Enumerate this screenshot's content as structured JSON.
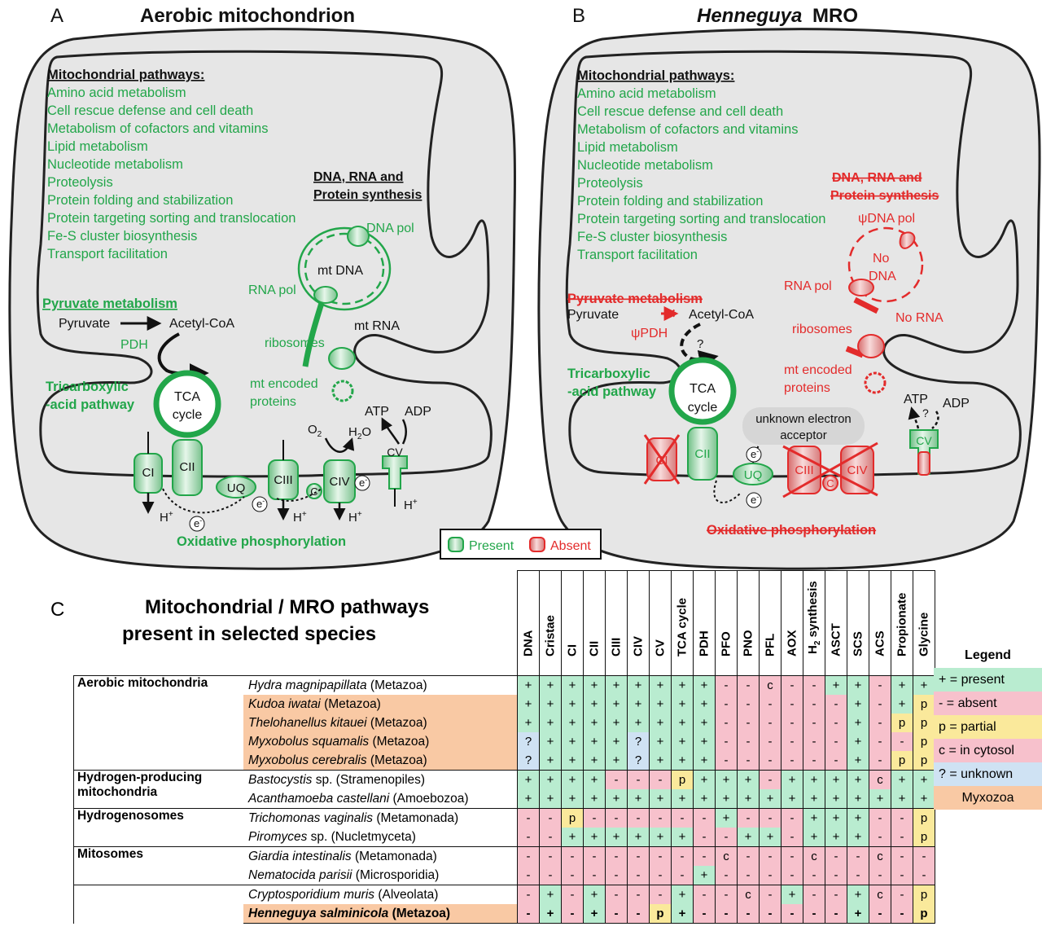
{
  "panelA": {
    "letter": "A",
    "title": "Aerobic mitochondrion",
    "pathways_heading": "Mitochondrial pathways:",
    "pathways": [
      "Amino acid metabolism",
      "Cell rescue defense and cell death",
      "Metabolism of cofactors and vitamins",
      "Lipid metabolism",
      "Nucleotide metabolism",
      "Proteolysis",
      "Protein folding and stabilization",
      "Protein targeting sorting and translocation",
      "Fe-S cluster biosynthesis",
      "Transport facilitation"
    ],
    "dna_heading_1": "DNA, RNA and",
    "dna_heading_2": "Protein  synthesis",
    "dna_pol": "DNA pol",
    "mt_dna": "mt DNA",
    "rna_pol": "RNA pol",
    "mt_rna": "mt RNA",
    "ribosomes": "ribosomes",
    "mt_encoded_1": "mt encoded",
    "mt_encoded_2": "proteins",
    "pyruvate_heading": "Pyruvate metabolism",
    "pyruvate": "Pyruvate",
    "acetyl": "Acetyl-CoA",
    "pdh": "PDH",
    "tca_1": "Tricarboxylic",
    "tca_2": "-acid pathway",
    "tca_cycle_1": "TCA",
    "tca_cycle_2": "cycle",
    "ci": "CI",
    "cii": "CII",
    "ciii": "CIII",
    "civ": "CIV",
    "cv": "CV",
    "uq": "UQ",
    "c": "C",
    "h": "H",
    "hplus": "+",
    "e": "e",
    "eminus": "-",
    "o2": "O",
    "o2sub": "2",
    "h2o_h": "H",
    "h2o_sub": "2",
    "h2o_o": "O",
    "atp": "ATP",
    "adp": "ADP",
    "oxphos": "Oxidative phosphorylation"
  },
  "panelB": {
    "letter": "B",
    "title_italic": "Henneguya",
    "title_rest": " MRO",
    "pathways_heading": "Mitochondrial pathways:",
    "pathways": [
      "Amino acid metabolism",
      "Cell rescue defense and cell death",
      "Metabolism of cofactors and vitamins",
      "Lipid metabolism",
      "Nucleotide metabolism",
      "Proteolysis",
      "Protein folding and stabilization",
      "Protein targeting sorting and translocation",
      "Fe-S cluster biosynthesis",
      "Transport facilitation"
    ],
    "dna_heading_1": "DNA, RNA and",
    "dna_heading_2": "Protein  synthesis",
    "psi_dna_pol": "ψDNA pol",
    "no_dna_1": "No",
    "no_dna_2": "DNA",
    "rna_pol": "RNA pol",
    "no_rna": "No RNA",
    "ribosomes": "ribosomes",
    "mt_encoded_1": "mt encoded",
    "mt_encoded_2": "proteins",
    "pyruvate_heading": "Pyruvate metabolism",
    "pyruvate": "Pyruvate",
    "acetyl": "Acetyl-CoA",
    "psi_pdh": "ψPDH",
    "question": "?",
    "tca_1": "Tricarboxylic",
    "tca_2": "-acid pathway",
    "tca_cycle_1": "TCA",
    "tca_cycle_2": "cycle",
    "ci": "CI",
    "cii": "CII",
    "ciii": "CIII",
    "civ": "CIV",
    "cv": "CV",
    "uq": "UQ",
    "c": "C",
    "e": "e",
    "eminus": "-",
    "unknown_1": "unknown electron",
    "unknown_2": "acceptor",
    "atp": "ATP",
    "adp": "ADP",
    "q2": "?",
    "oxphos": "Oxidative phosphorylation"
  },
  "legendAB": {
    "present": "Present",
    "absent": "Absent"
  },
  "panelC": {
    "letter": "C",
    "title_1": "Mitochondrial / MRO pathways",
    "title_2": "present in selected species",
    "columns": [
      "DNA",
      "Cristae",
      "CI",
      "CII",
      "CIII",
      "CIV",
      "CV",
      "TCA cycle",
      "PDH",
      "PFO",
      "PNO",
      "PFL",
      "AOX",
      "H2 synthesis",
      "ASCT",
      "SCS",
      "ACS",
      "Propionate",
      "Glycine"
    ],
    "h2_base": "H",
    "h2_sub": "2",
    "h2_rest": " synthesis",
    "groups": [
      "Aerobic mitochondria",
      "Hydrogen-producing mitochondria",
      "Hydrogenosomes",
      "Mitosomes"
    ],
    "rows": [
      {
        "genus": "Hydra magnipapillata",
        "clade": " (Metazoa)",
        "v": [
          "+",
          "+",
          "+",
          "+",
          "+",
          "+",
          "+",
          "+",
          "+",
          "-",
          "-",
          "c",
          "-",
          "-",
          "+",
          "+",
          "-",
          "+",
          "+"
        ]
      },
      {
        "genus": "Kudoa iwatai",
        "clade": " (Metazoa)",
        "v": [
          "+",
          "+",
          "+",
          "+",
          "+",
          "+",
          "+",
          "+",
          "+",
          "-",
          "-",
          "-",
          "-",
          "-",
          "-",
          "+",
          "-",
          "+",
          "p"
        ]
      },
      {
        "genus": "Thelohanellus kitauei",
        "clade": " (Metazoa)",
        "v": [
          "+",
          "+",
          "+",
          "+",
          "+",
          "+",
          "+",
          "+",
          "+",
          "-",
          "-",
          "-",
          "-",
          "-",
          "-",
          "+",
          "-",
          "p",
          "p"
        ]
      },
      {
        "genus": "Myxobolus squamalis",
        "clade": " (Metazoa)",
        "v": [
          "?",
          "+",
          "+",
          "+",
          "+",
          "?",
          "+",
          "+",
          "+",
          "-",
          "-",
          "-",
          "-",
          "-",
          "-",
          "+",
          "-",
          "-",
          "p"
        ]
      },
      {
        "genus": "Myxobolus cerebralis",
        "clade": " (Metazoa)",
        "v": [
          "?",
          "+",
          "+",
          "+",
          "+",
          "?",
          "+",
          "+",
          "+",
          "-",
          "-",
          "-",
          "-",
          "-",
          "-",
          "+",
          "-",
          "p",
          "p"
        ]
      },
      {
        "genus": "Bastocystis",
        "clade": " sp. (Stramenopiles)",
        "v": [
          "+",
          "+",
          "+",
          "+",
          "-",
          "-",
          "-",
          "p",
          "+",
          "+",
          "+",
          "-",
          "+",
          "+",
          "+",
          "+",
          "c",
          "+",
          "+"
        ]
      },
      {
        "genus": "Acanthamoeba castellani",
        "clade": " (Amoebozoa)",
        "v": [
          "+",
          "+",
          "+",
          "+",
          "+",
          "+",
          "+",
          "+",
          "+",
          "+",
          "+",
          "+",
          "+",
          "+",
          "+",
          "+",
          "+",
          "+",
          "+"
        ]
      },
      {
        "genus": "Trichomonas vaginalis",
        "clade": " (Metamonada)",
        "v": [
          "-",
          "-",
          "p",
          "-",
          "-",
          "-",
          "-",
          "-",
          "-",
          "+",
          "-",
          "-",
          "-",
          "+",
          "+",
          "+",
          "-",
          "-",
          "p"
        ]
      },
      {
        "genus": "Piromyces",
        "clade": " sp. (Nucletmyceta)",
        "v": [
          "-",
          "-",
          "+",
          "+",
          "+",
          "+",
          "+",
          "+",
          "-",
          "-",
          "+",
          "+",
          "-",
          "+",
          "+",
          "+",
          "-",
          "-",
          "p"
        ]
      },
      {
        "genus": "Giardia intestinalis",
        "clade": " (Metamonada)",
        "v": [
          "-",
          "-",
          "-",
          "-",
          "-",
          "-",
          "-",
          "-",
          "-",
          "c",
          "-",
          "-",
          "-",
          "c",
          "-",
          "-",
          "c",
          "-",
          "-"
        ]
      },
      {
        "genus": "Nematocida parisii",
        "clade": " (Microsporidia)",
        "v": [
          "-",
          "-",
          "-",
          "-",
          "-",
          "-",
          "-",
          "-",
          "+",
          "-",
          "-",
          "-",
          "-",
          "-",
          "-",
          "-",
          "-",
          "-",
          "-"
        ]
      },
      {
        "genus": "Cryptosporidium muris",
        "clade": " (Alveolata)",
        "v": [
          "-",
          "+",
          "-",
          "+",
          "-",
          "-",
          "-",
          "+",
          "-",
          "-",
          "c",
          "-",
          "+",
          "-",
          "-",
          "+",
          "c",
          "-",
          "p"
        ]
      },
      {
        "genus": "Henneguya salminicola",
        "clade": " (Metazoa)",
        "v": [
          "-",
          "+",
          "-",
          "+",
          "-",
          "-",
          "p",
          "+",
          "-",
          "-",
          "-",
          "-",
          "-",
          "-",
          "-",
          "+",
          "-",
          "-",
          "p"
        ]
      }
    ],
    "legend": {
      "title": "Legend",
      "items": [
        "+ = present",
        "- = absent",
        "p = partial",
        "c = in cytosol",
        "? = unknown",
        "Myxozoa"
      ]
    }
  },
  "colors": {
    "green": "#22a64a",
    "red": "#e32b2b",
    "present_bg": "#b9ecd0",
    "absent_bg": "#f7c1cc",
    "partial_bg": "#fae99b",
    "unknown_bg": "#cfe2f3",
    "myxozoa_bg": "#f9c9a4"
  }
}
